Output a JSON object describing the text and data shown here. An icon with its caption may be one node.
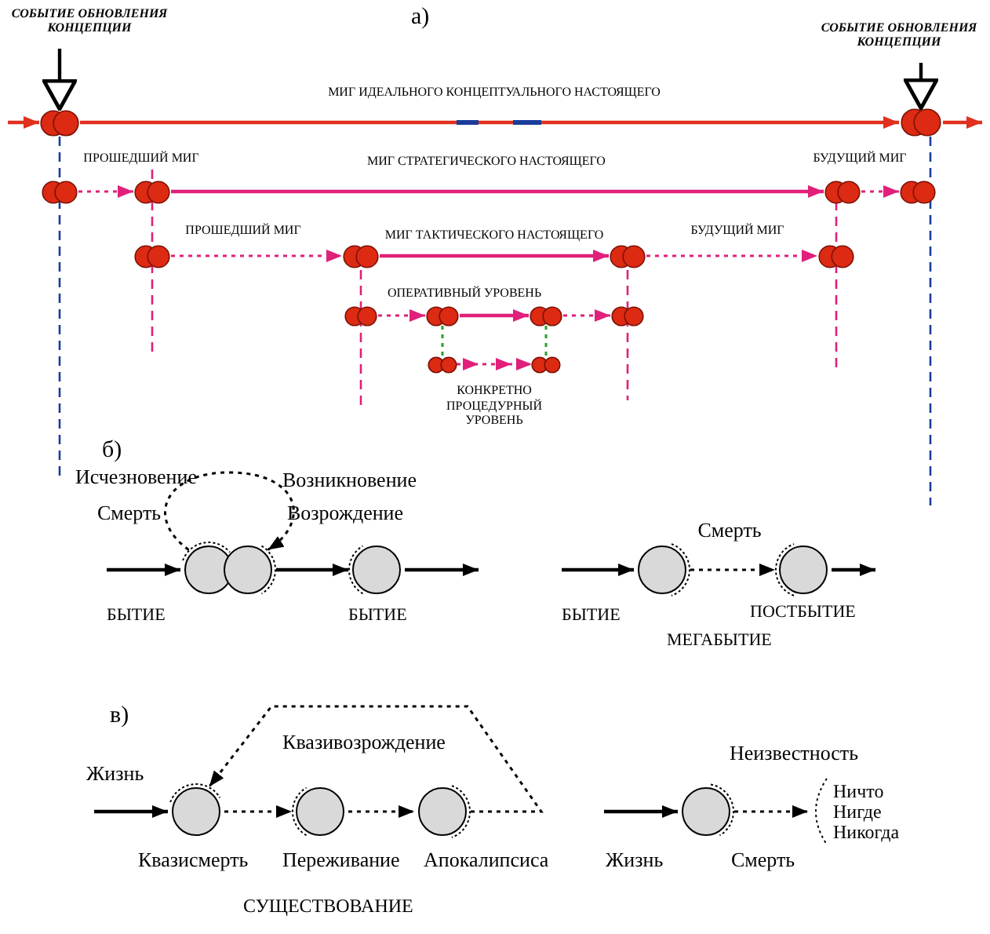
{
  "diagram": {
    "nodes": [
      {
        "text": [
          "СОБЫТИЕ ОБНОВЛЕНИЯ КОНЦЕПЦИИ"
        ]
      },
      {
        "text": [
          "СОБЫТИЕ ОБНОВЛЕНИЯ КОНЦЕПЦИИ"
        ]
      },
      {
        "text": [],
        "shape": "circle"
      },
      {
        "text": [],
        "shape": "circle"
      },
      {
        "text": [],
        "shape": "circle"
      },
      {
        "text": [],
        "shape": "circle"
      },
      {
        "text": [],
        "shape": "circle"
      },
      {
        "text": [],
        "shape": "circle"
      },
      {
        "text": [],
        "shape": "circle"
      },
      {
        "text": [],
        "shape": "circle"
      },
      {
        "text": [],
        "shape": "circle"
      },
      {
        "text": [],
        "shape": "circle"
      },
      {
        "text": [],
        "shape": "circle"
      },
      {
        "text": [],
        "shape": "circle"
      },
      {
        "text": [],
        "shape": "circle"
      },
      {
        "text": [],
        "shape": "circle"
      },
      {
        "text": [],
        "shape": "circle"
      },
      {
        "text": [],
        "shape": "circle"
      },
      {
        "text": [],
        "shape": "circle"
      },
      {
        "text": [],
        "shape": "circle"
      },
      {
        "text": [],
        "shape": "circle",
        "beside": [
          "БЫТИЕ"
        ]
      },
      {
        "text": [],
        "shape": "circle"
      },
      {
        "text": [],
        "shape": "circle",
        "beside": [
          "ПОСТБЫТИЕ"
        ]
      },
      {
        "text": [],
        "shape": "circle",
        "beside": [
          "Квазисмерть"
        ]
      },
      {
        "text": [],
        "shape": "circle",
        "beside": [
          "Переживание"
        ]
      },
      {
        "text": [],
        "shape": "circle",
        "beside": [
          "Апокалипсиса"
        ]
      },
      {
        "text": [],
        "shape": "circle",
        "beside": [
          "Смерть"
        ]
      },
      {
        "text": [
          "Ничто Нигде Никогда"
        ]
      }
    ],
    "edges": [
      {
        "from": 0,
        "to": 2,
        "arrow": "to"
      },
      {
        "from": 1,
        "to": 3,
        "arrow": "to"
      },
      {
        "from": null,
        "to": 2,
        "arrow": "to",
        "color": "#e0301e"
      },
      {
        "from": 2,
        "to": 3,
        "arrow": "to",
        "color": "#e0301e",
        "label": "МИГ ИДЕАЛЬНОГО КОНЦЕПТУАЛЬНОГО НАСТОЯЩЕГО"
      },
      {
        "from": 3,
        "to": null,
        "arrow": "to",
        "color": "#e0301e"
      },
      {
        "from": 4,
        "to": 5,
        "arrow": "to",
        "style": "dashed",
        "color": "#e0207a",
        "label": "ПРОШЕДШИЙ МИГ"
      },
      {
        "from": 5,
        "to": 6,
        "arrow": "to",
        "color": "#e0207a",
        "label": "МИГ СТРАТЕГИЧЕСКОГО НАСТОЯЩЕГО"
      },
      {
        "from": 6,
        "to": 7,
        "arrow": "to",
        "style": "dashed",
        "color": "#e0207a",
        "label": "БУДУЩИЙ МИГ"
      },
      {
        "from": 8,
        "to": 9,
        "arrow": "to",
        "style": "dashed",
        "color": "#e0207a",
        "label": "ПРОШЕДШИЙ МИГ"
      },
      {
        "from": 9,
        "to": 10,
        "arrow": "to",
        "color": "#e0207a",
        "label": "МИГ ТАКТИЧЕСКОГО НАСТОЯЩЕГО"
      },
      {
        "from": 10,
        "to": 11,
        "arrow": "to",
        "style": "dashed",
        "color": "#e0207a",
        "label": "БУДУЩИЙ МИГ"
      },
      {
        "from": 12,
        "to": 13,
        "arrow": "to",
        "style": "dashed",
        "color": "#e0207a"
      },
      {
        "from": 13,
        "to": 14,
        "arrow": "to",
        "color": "#e0207a"
      },
      {
        "from": 14,
        "to": 15,
        "arrow": "to",
        "style": "dashed",
        "color": "#e0207a"
      },
      {
        "from": 16,
        "to": 17,
        "arrow": "to",
        "style": "dashed",
        "color": "#e0207a"
      },
      {
        "from": null,
        "to": 18,
        "arrow": "to"
      },
      {
        "from": 18,
        "to": 19,
        "arrow": "to",
        "style": "dashed"
      },
      {
        "from": 19,
        "to": 20,
        "arrow": "to"
      },
      {
        "from": 20,
        "to": null,
        "arrow": "to"
      },
      {
        "from": null,
        "to": 21,
        "arrow": "to"
      },
      {
        "from": 21,
        "to": 22,
        "arrow": "to",
        "style": "dashed",
        "label": "Смерть"
      },
      {
        "from": 22,
        "to": null,
        "arrow": "to"
      },
      {
        "from": null,
        "to": 23,
        "arrow": "to"
      },
      {
        "from": 23,
        "to": 24,
        "arrow": "to",
        "style": "dashed"
      },
      {
        "from": 24,
        "to": 25,
        "arrow": "to",
        "style": "dashed"
      },
      {
        "from": 25,
        "to": 23,
        "arrow": "to",
        "style": "dashed",
        "label": "Квазивозрождение"
      },
      {
        "from": null,
        "to": 26,
        "arrow": "to"
      },
      {
        "from": 26,
        "to": 27,
        "arrow": "to",
        "style": "dashed"
      },
      {
        "from": 13,
        "to": 16,
        "arrow": "none",
        "style": "dashed",
        "color": "#2aa02a"
      },
      {
        "from": 14,
        "to": 17,
        "arrow": "none",
        "style": "dashed",
        "color": "#2aa02a"
      }
    ],
    "labels": [
      "а)",
      "ОПЕРАТИВНЫЙ УРОВЕНЬ",
      "КОНКРЕТНО ПРОЦЕДУРНЫЙ УРОВЕНЬ",
      "б)",
      "Исчезновение",
      "Возникновение",
      "Смерть",
      "Возрождение",
      "БЫТИЕ",
      "БЫТИЕ",
      "МЕГАБЫТИЕ",
      "в)",
      "Неизвестность",
      "Жизнь",
      "Жизнь",
      "СУЩЕСТВОВАНИЕ"
    ]
  }
}
